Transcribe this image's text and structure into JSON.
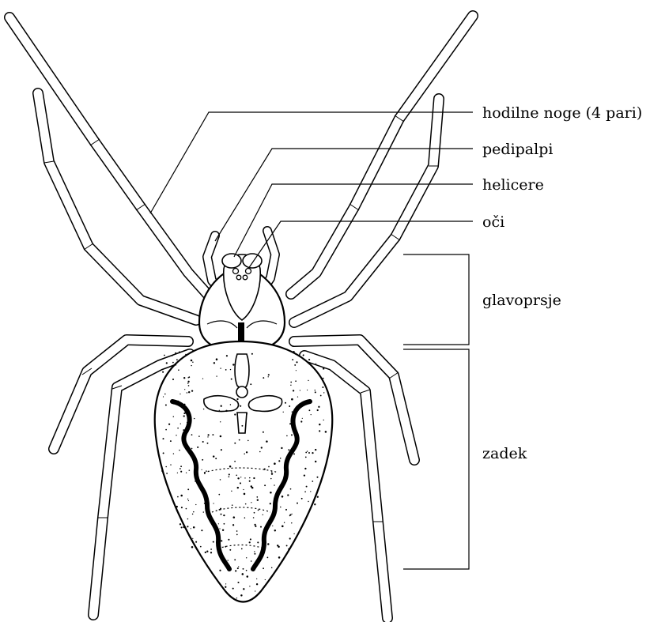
{
  "labels": {
    "legs": "hodilne noge (4 pari)",
    "pedipalps": "pedipalpi",
    "chelicerae": "helicere",
    "eyes": "oči",
    "cephalothorax": "glavoprsje",
    "abdomen": "zadek"
  }
}
